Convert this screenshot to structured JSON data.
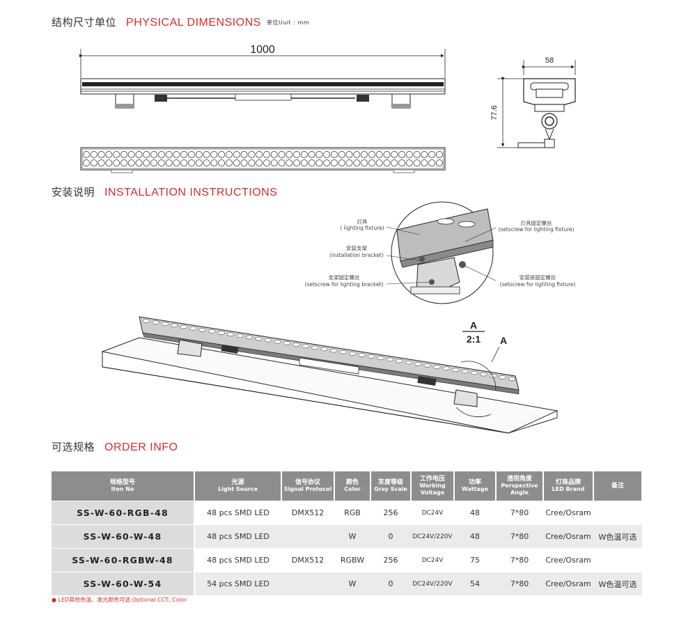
{
  "sections": {
    "dimensions": {
      "cn": "结构尺寸单位",
      "en": "PHYSICAL DIMENSIONS",
      "unit": "单位Uuit : mm"
    },
    "installation": {
      "cn": "安装说明",
      "en": "INSTALLATION INSTRUCTIONS"
    },
    "order": {
      "cn": "可选规格",
      "en": "ORDER INFO"
    }
  },
  "dimensions": {
    "length": "1000",
    "width": "58",
    "height": "77.6"
  },
  "callouts": {
    "lighting_fixture_cn": "灯具",
    "lighting_fixture_en": "( lighting fixture)",
    "bracket_cn": "安装支架",
    "bracket_en": "(installation bracket)",
    "bracket_screw_cn": "支架固定螺丝",
    "bracket_screw_en": "(setscrew for lighting bracket)",
    "fixture_screw_cn": "灯具固定螺丝",
    "fixture_screw_en": "(setscrew for lighting fixture)",
    "base_screw_cn": "安装座固定螺丝",
    "base_screw_en": "(setscrew for lighting fixture)",
    "detail_label": "A",
    "detail_scale": "2:1",
    "detail_marker": "A"
  },
  "table": {
    "headers": [
      {
        "cn": "规格型号",
        "en": "Iten No"
      },
      {
        "cn": "光源",
        "en": "Light Source"
      },
      {
        "cn": "信号协议",
        "en": "Signal Protocol"
      },
      {
        "cn": "颜色",
        "en": "Color"
      },
      {
        "cn": "灰度等级",
        "en": "Gray Scale"
      },
      {
        "cn": "工作电压",
        "en": "Working Voltage"
      },
      {
        "cn": "功率",
        "en": "Wattage"
      },
      {
        "cn": "透视角度",
        "en": "Perspective Angle"
      },
      {
        "cn": "灯珠品牌",
        "en": "LED Brand"
      },
      {
        "cn": "备注",
        "en": ""
      }
    ],
    "rows": [
      [
        "SS-W-60-RGB-48",
        "48 pcs SMD LED",
        "DMX512",
        "RGB",
        "256",
        "DC24V",
        "48",
        "7*80",
        "Cree/Osram",
        ""
      ],
      [
        "SS-W-60-W-48",
        "48 pcs SMD LED",
        "",
        "W",
        "0",
        "DC24V/220V",
        "48",
        "7*80",
        "Cree/Osram",
        "W色温可选"
      ],
      [
        "SS-W-60-RGBW-48",
        "48 pcs SMD LED",
        "DMX512",
        "RGBW",
        "256",
        "DC24V",
        "75",
        "7*80",
        "Cree/Osram",
        ""
      ],
      [
        "SS-W-60-W-54",
        "54 pcs SMD LED",
        "",
        "W",
        "0",
        "DC24V/220V",
        "54",
        "7*80",
        "Cree/Osram",
        "W色温可选"
      ]
    ]
  },
  "note": "● LED其他色温、发光颜色可选 Optional CCT, Color"
}
